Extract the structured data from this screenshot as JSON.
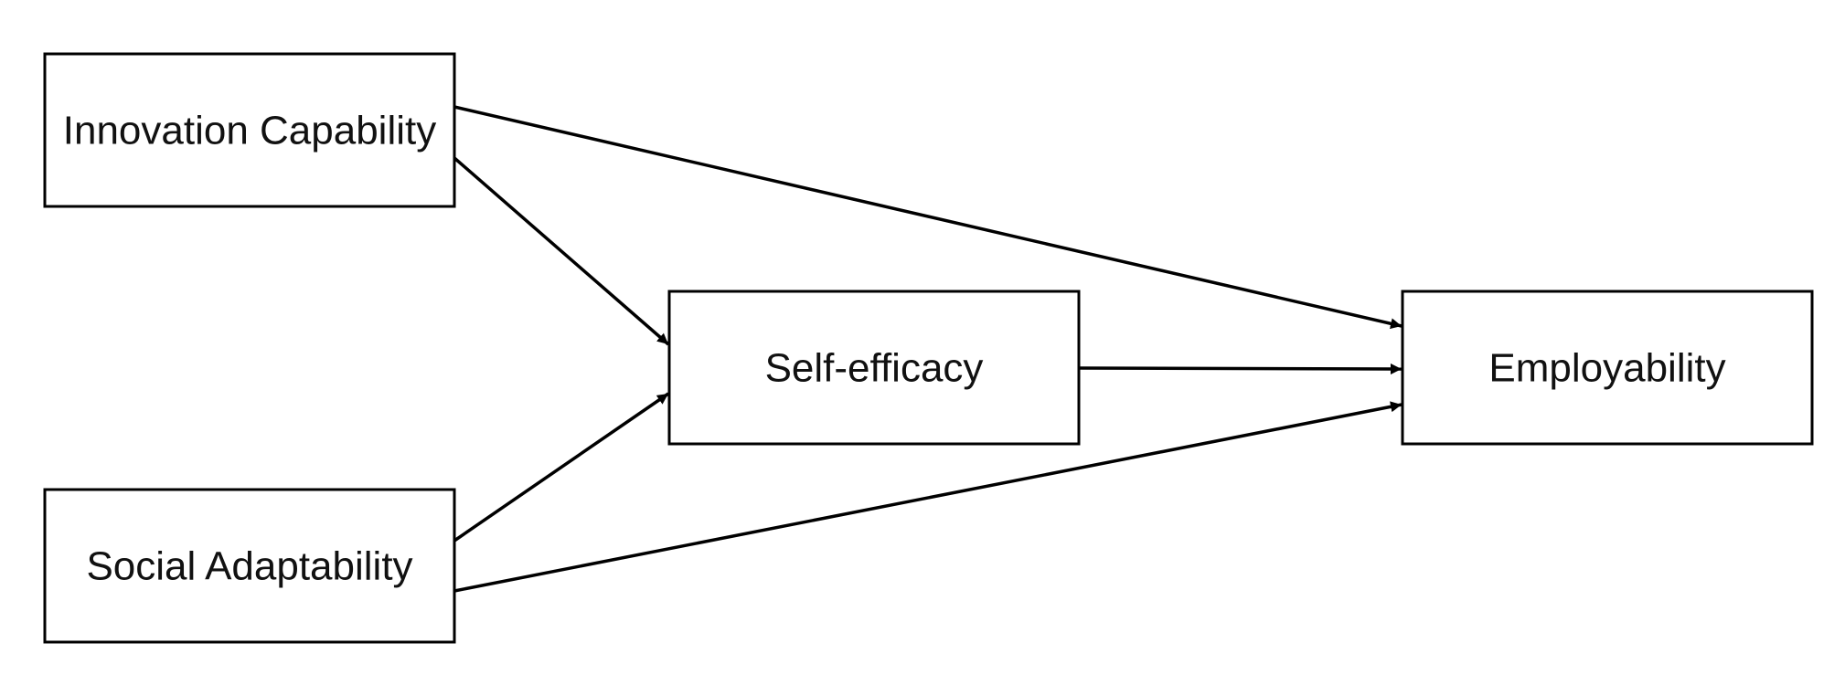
{
  "diagram": {
    "nodes": {
      "innovation": {
        "label": "Innovation Capability"
      },
      "social": {
        "label": "Social Adaptability"
      },
      "self_efficacy": {
        "label": "Self-efficacy"
      },
      "employability": {
        "label": "Employability"
      }
    },
    "edges": [
      {
        "from": "Innovation Capability",
        "to": "Employability"
      },
      {
        "from": "Innovation Capability",
        "to": "Self-efficacy"
      },
      {
        "from": "Social Adaptability",
        "to": "Self-efficacy"
      },
      {
        "from": "Social Adaptability",
        "to": "Employability"
      },
      {
        "from": "Self-efficacy",
        "to": "Employability"
      }
    ],
    "colors": {
      "stroke": "#000000",
      "text": "#111111",
      "background": "#ffffff"
    }
  }
}
